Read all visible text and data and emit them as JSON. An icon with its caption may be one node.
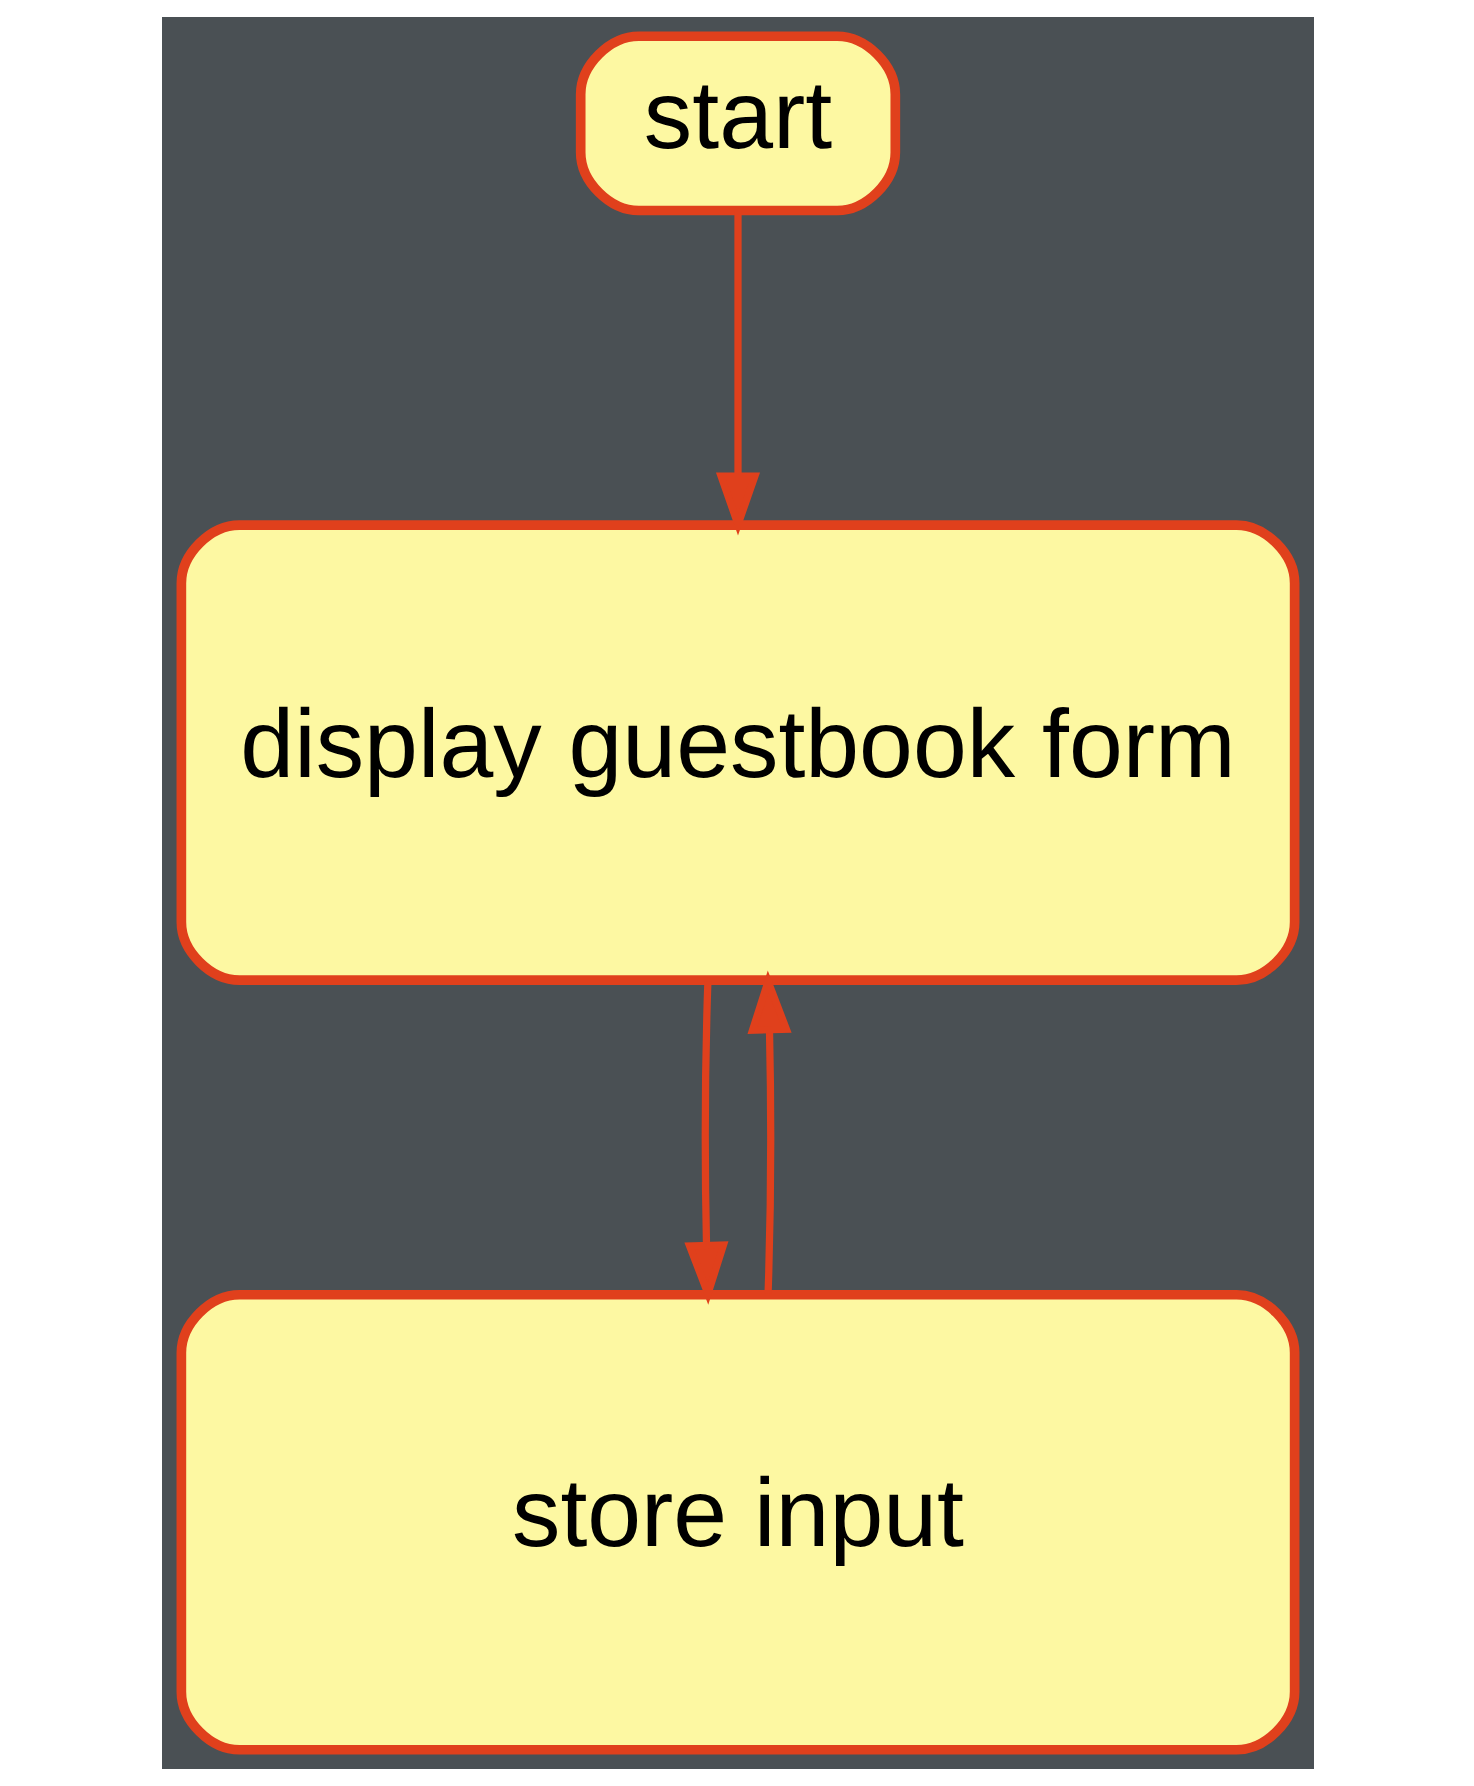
{
  "diagram": {
    "nodes": [
      {
        "text": [
          "start"
        ]
      },
      {
        "text": [
          "display guestbook form"
        ]
      },
      {
        "text": [
          "store input"
        ]
      }
    ],
    "edges": [
      {
        "from": 0,
        "to": 1,
        "arrow": "to"
      },
      {
        "from": 1,
        "to": 2,
        "arrow": "to"
      },
      {
        "from": 2,
        "to": 1,
        "arrow": "to"
      }
    ]
  }
}
